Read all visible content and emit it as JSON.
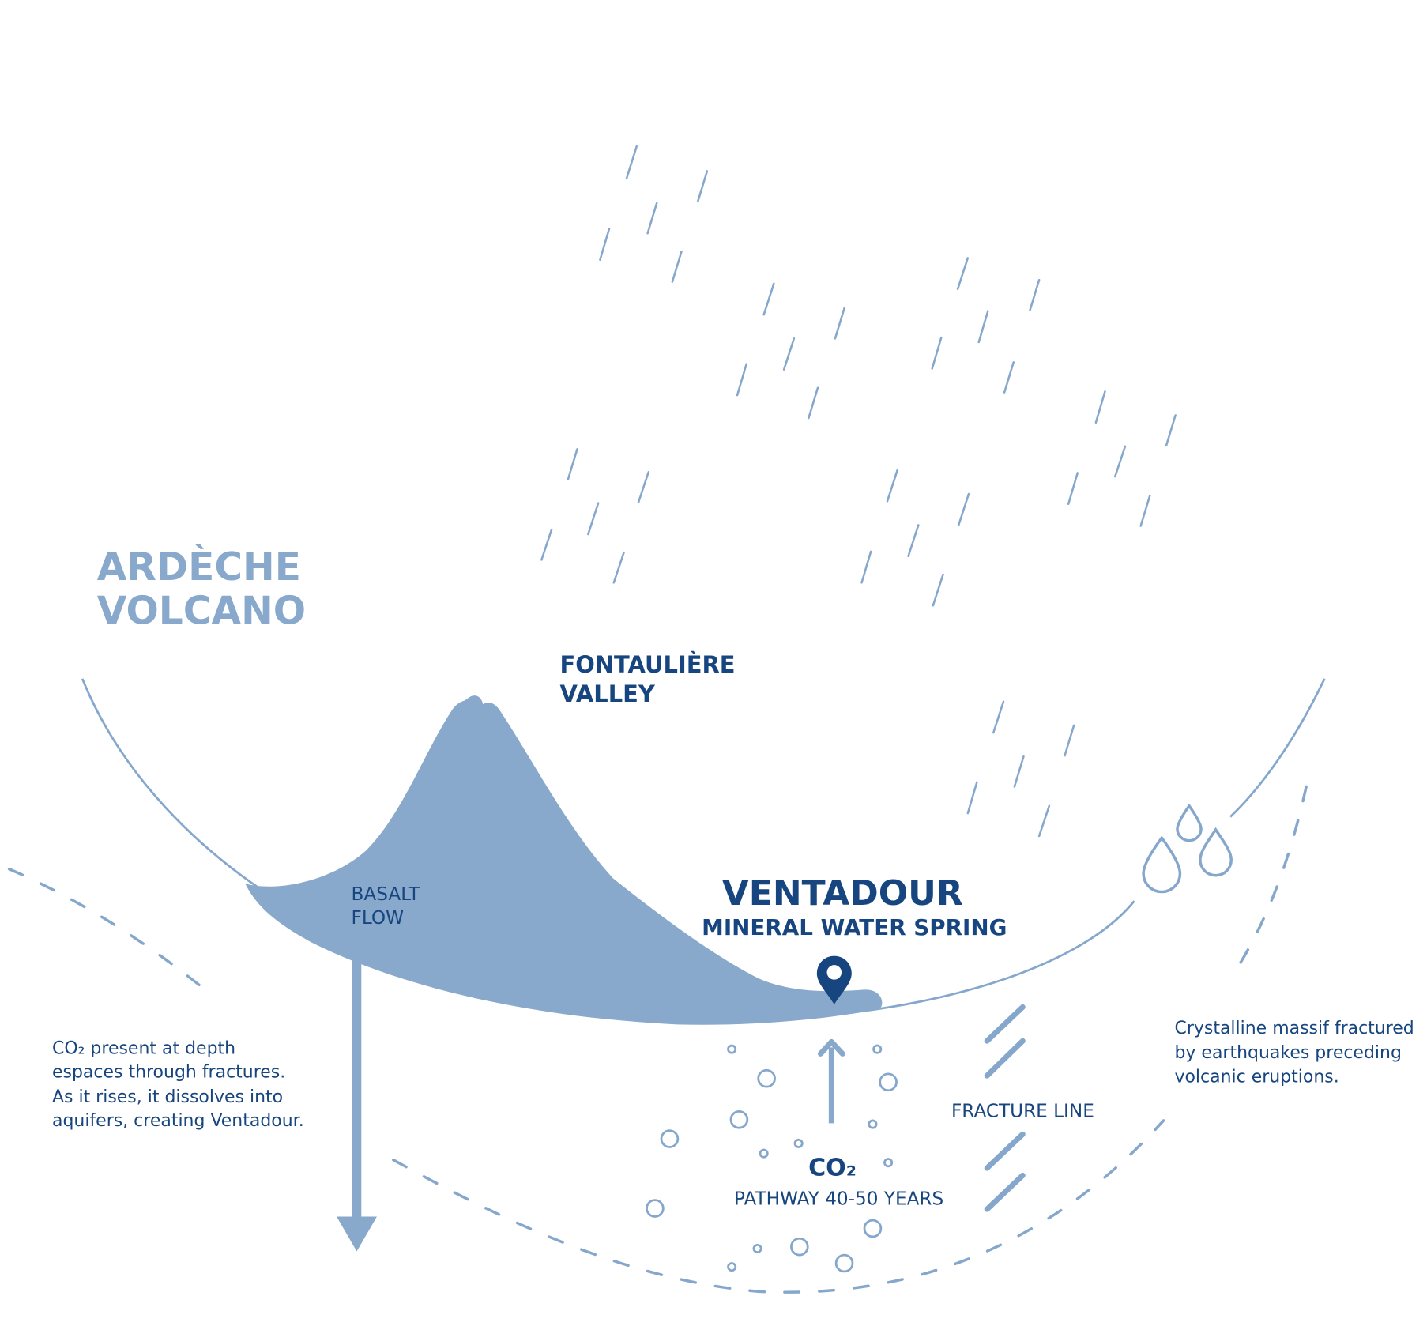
{
  "labels": {
    "volcano_title_line1": "ARDÈCHE",
    "volcano_title_line2": "VOLCANO",
    "valley_line1": "FONTAULIÈRE",
    "valley_line2": "VALLEY",
    "basalt_line1": "BASALT",
    "basalt_line2": "FLOW",
    "spring_name": "VENTADOUR",
    "spring_subtitle": "MINERAL WATER SPRING",
    "fracture_line": "FRACTURE LINE",
    "co2_title": "CO₂",
    "co2_pathway": "PATHWAY 40-50 YEARS"
  },
  "notes": {
    "left": [
      "CO₂ present at depth",
      "espaces through fractures.",
      "As it rises, it dissolves into",
      "aquifers, creating Ventadour."
    ],
    "right": [
      "Crystalline massif fractured",
      "by earthquakes preceding",
      "volcanic eruptions."
    ]
  },
  "icons": {
    "location_pin": "map-pin-icon",
    "water_drops": "water-drops-icon",
    "down_arrow": "arrow-down-icon",
    "up_arrow": "arrow-up-icon",
    "rain": "rain-icon"
  },
  "colors": {
    "light_blue": "#88a9cb",
    "dark_blue": "#17457f",
    "background": "#ffffff"
  }
}
